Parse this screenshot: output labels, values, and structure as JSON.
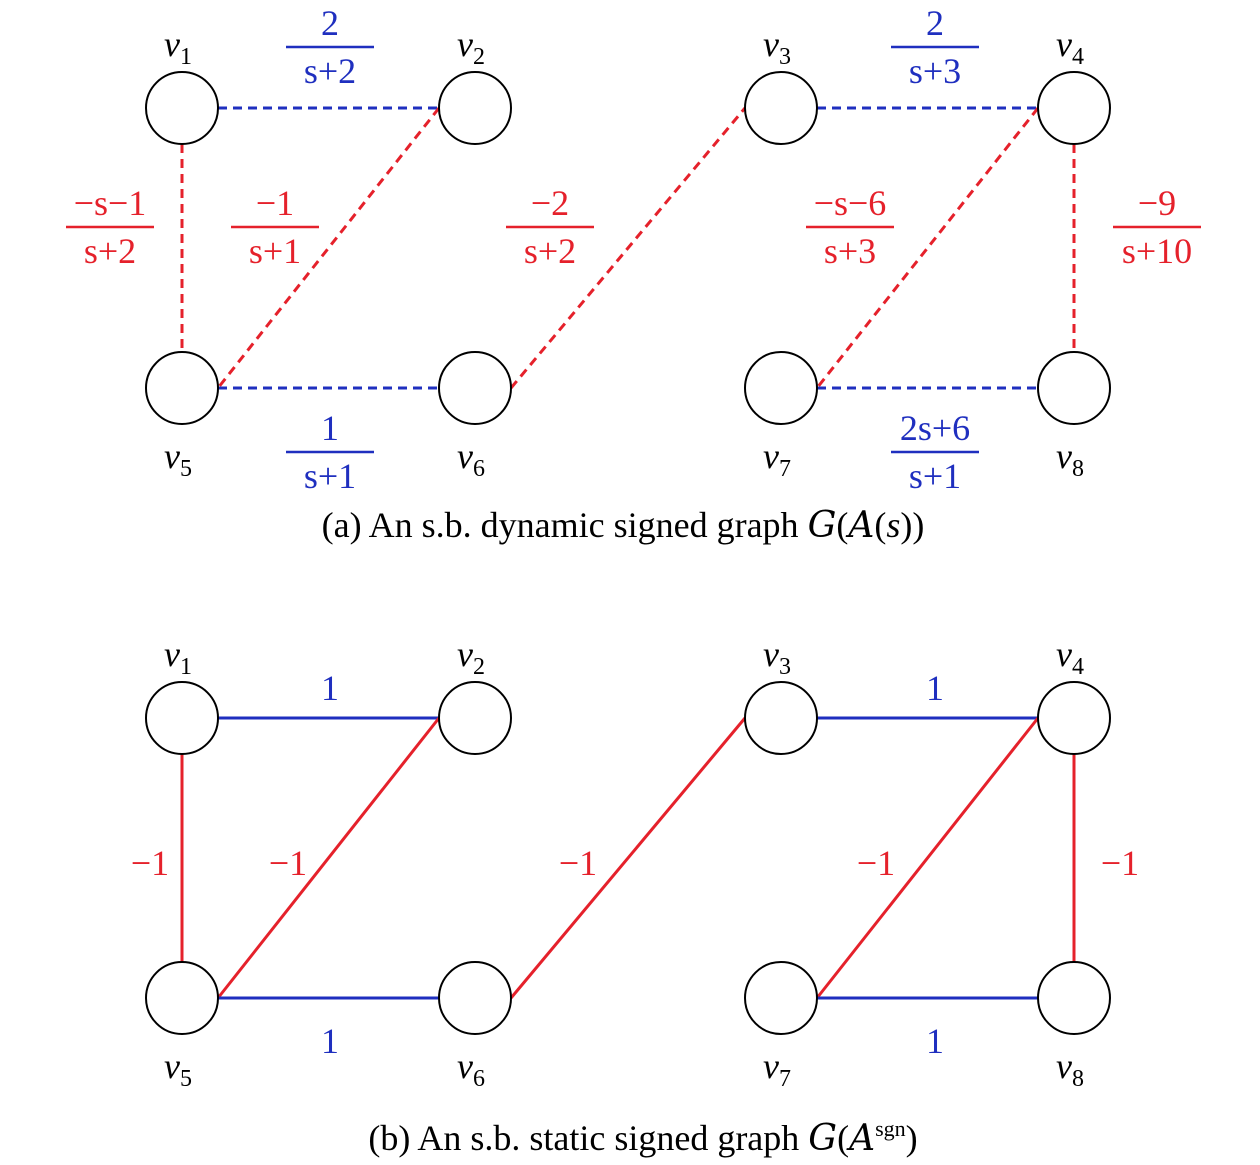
{
  "colors": {
    "positive": "#1f2fbf",
    "negative": "#e5212b",
    "node_stroke": "#000000"
  },
  "vertices": [
    {
      "id": "v1",
      "name": "v",
      "sub": "1"
    },
    {
      "id": "v2",
      "name": "v",
      "sub": "2"
    },
    {
      "id": "v3",
      "name": "v",
      "sub": "3"
    },
    {
      "id": "v4",
      "name": "v",
      "sub": "4"
    },
    {
      "id": "v5",
      "name": "v",
      "sub": "5"
    },
    {
      "id": "v6",
      "name": "v",
      "sub": "6"
    },
    {
      "id": "v7",
      "name": "v",
      "sub": "7"
    },
    {
      "id": "v8",
      "name": "v",
      "sub": "8"
    }
  ],
  "graph_a": {
    "caption": {
      "prefix": "(a) An s.b. dynamic signed graph ",
      "G": "G",
      "open": "(",
      "A": "A",
      "arg_open": "(",
      "arg": "s",
      "close": "))"
    },
    "edges": [
      {
        "from": "v1",
        "to": "v2",
        "sign": "positive",
        "num": "2",
        "den": "s+2"
      },
      {
        "from": "v1",
        "to": "v5",
        "sign": "negative",
        "num": "−s−1",
        "den": "s+2"
      },
      {
        "from": "v2",
        "to": "v5",
        "sign": "negative",
        "num": "−1",
        "den": "s+1"
      },
      {
        "from": "v5",
        "to": "v6",
        "sign": "positive",
        "num": "1",
        "den": "s+1"
      },
      {
        "from": "v6",
        "to": "v3",
        "sign": "negative",
        "num": "−2",
        "den": "s+2"
      },
      {
        "from": "v3",
        "to": "v4",
        "sign": "positive",
        "num": "2",
        "den": "s+3"
      },
      {
        "from": "v4",
        "to": "v7",
        "sign": "negative",
        "num": "−s−6",
        "den": "s+3"
      },
      {
        "from": "v4",
        "to": "v8",
        "sign": "negative",
        "num": "−9",
        "den": "s+10"
      },
      {
        "from": "v7",
        "to": "v8",
        "sign": "positive",
        "num": "2s+6",
        "den": "s+1"
      }
    ]
  },
  "graph_b": {
    "caption": {
      "prefix": "(b) An s.b. static signed graph ",
      "G": "G",
      "open": "(",
      "A": "A",
      "sup": "sgn",
      "close": ")"
    },
    "edges": [
      {
        "from": "v1",
        "to": "v2",
        "sign": "positive",
        "label": "1"
      },
      {
        "from": "v1",
        "to": "v5",
        "sign": "negative",
        "label": "−1"
      },
      {
        "from": "v2",
        "to": "v5",
        "sign": "negative",
        "label": "−1"
      },
      {
        "from": "v5",
        "to": "v6",
        "sign": "positive",
        "label": "1"
      },
      {
        "from": "v6",
        "to": "v3",
        "sign": "negative",
        "label": "−1"
      },
      {
        "from": "v3",
        "to": "v4",
        "sign": "positive",
        "label": "1"
      },
      {
        "from": "v4",
        "to": "v7",
        "sign": "negative",
        "label": "−1"
      },
      {
        "from": "v4",
        "to": "v8",
        "sign": "negative",
        "label": "−1"
      },
      {
        "from": "v7",
        "to": "v8",
        "sign": "positive",
        "label": "1"
      }
    ]
  }
}
